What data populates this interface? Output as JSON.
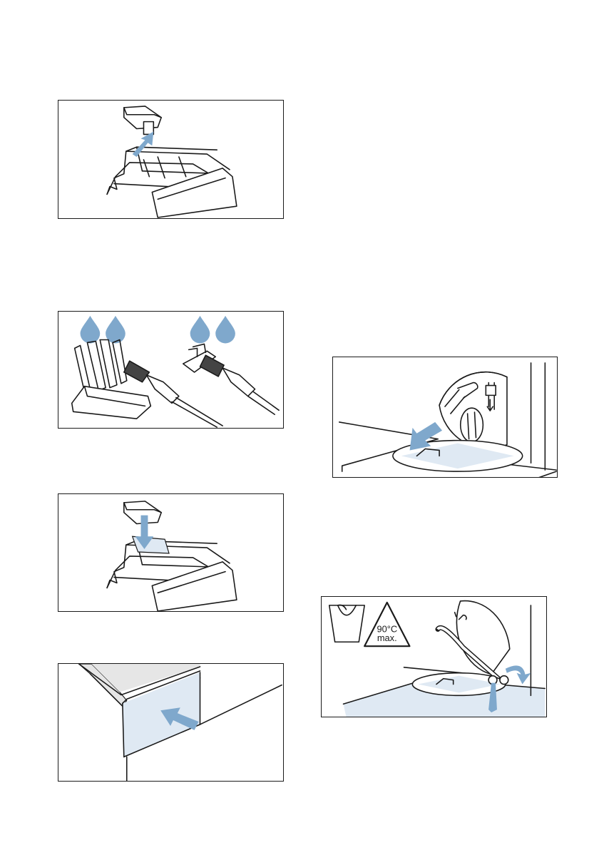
{
  "page": {
    "background": "#ffffff",
    "line_color": "#1a1a1a"
  },
  "colors": {
    "arrow_blue": "#7fa8cc",
    "light_blue": "#dfe9f3",
    "drop_blue": "#7fa8cc"
  },
  "illustrations": [
    {
      "id": "remove-insert",
      "icons": [
        "arrow-up-icon"
      ]
    },
    {
      "id": "clean-with-brush",
      "icons": [
        "water-drop-icon",
        "brush-icon"
      ]
    },
    {
      "id": "reinsert",
      "icons": [
        "arrow-down-icon"
      ]
    },
    {
      "id": "push-drawer",
      "icons": [
        "arrow-push-icon"
      ]
    },
    {
      "id": "open-flap",
      "icons": [
        "arrow-down-icon"
      ]
    },
    {
      "id": "drain-hose",
      "icons": [
        "bucket-icon",
        "warning-triangle-icon"
      ]
    }
  ],
  "warning_sign": {
    "temperature": "90°C",
    "qualifier": "max."
  }
}
